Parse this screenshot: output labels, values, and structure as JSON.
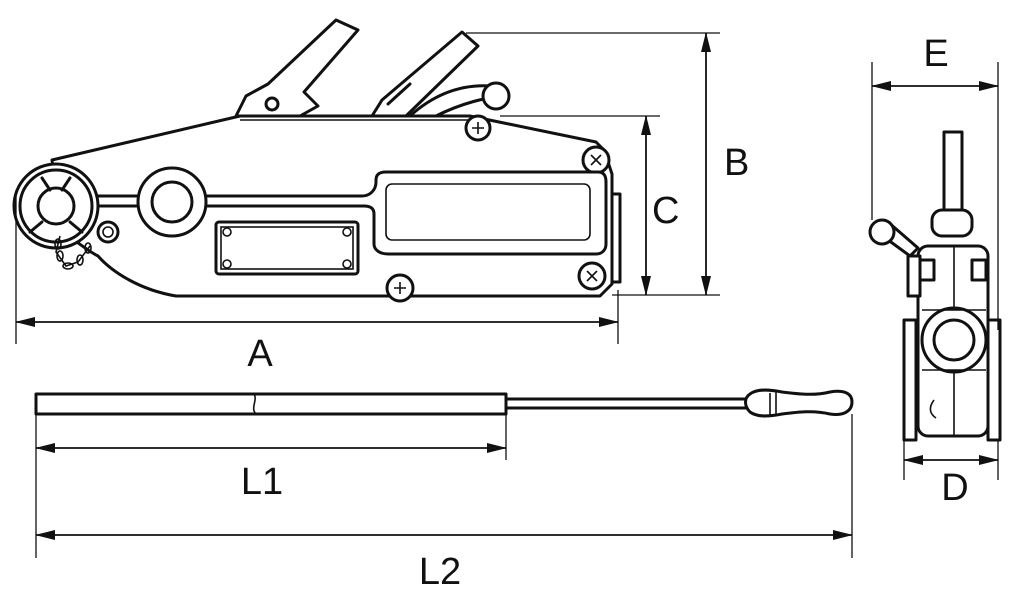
{
  "labels": {
    "A": "A",
    "B": "B",
    "C": "C",
    "D": "D",
    "E": "E",
    "L1": "L1",
    "L2": "L2"
  },
  "colors": {
    "line": "#111111",
    "background": "#ffffff"
  }
}
